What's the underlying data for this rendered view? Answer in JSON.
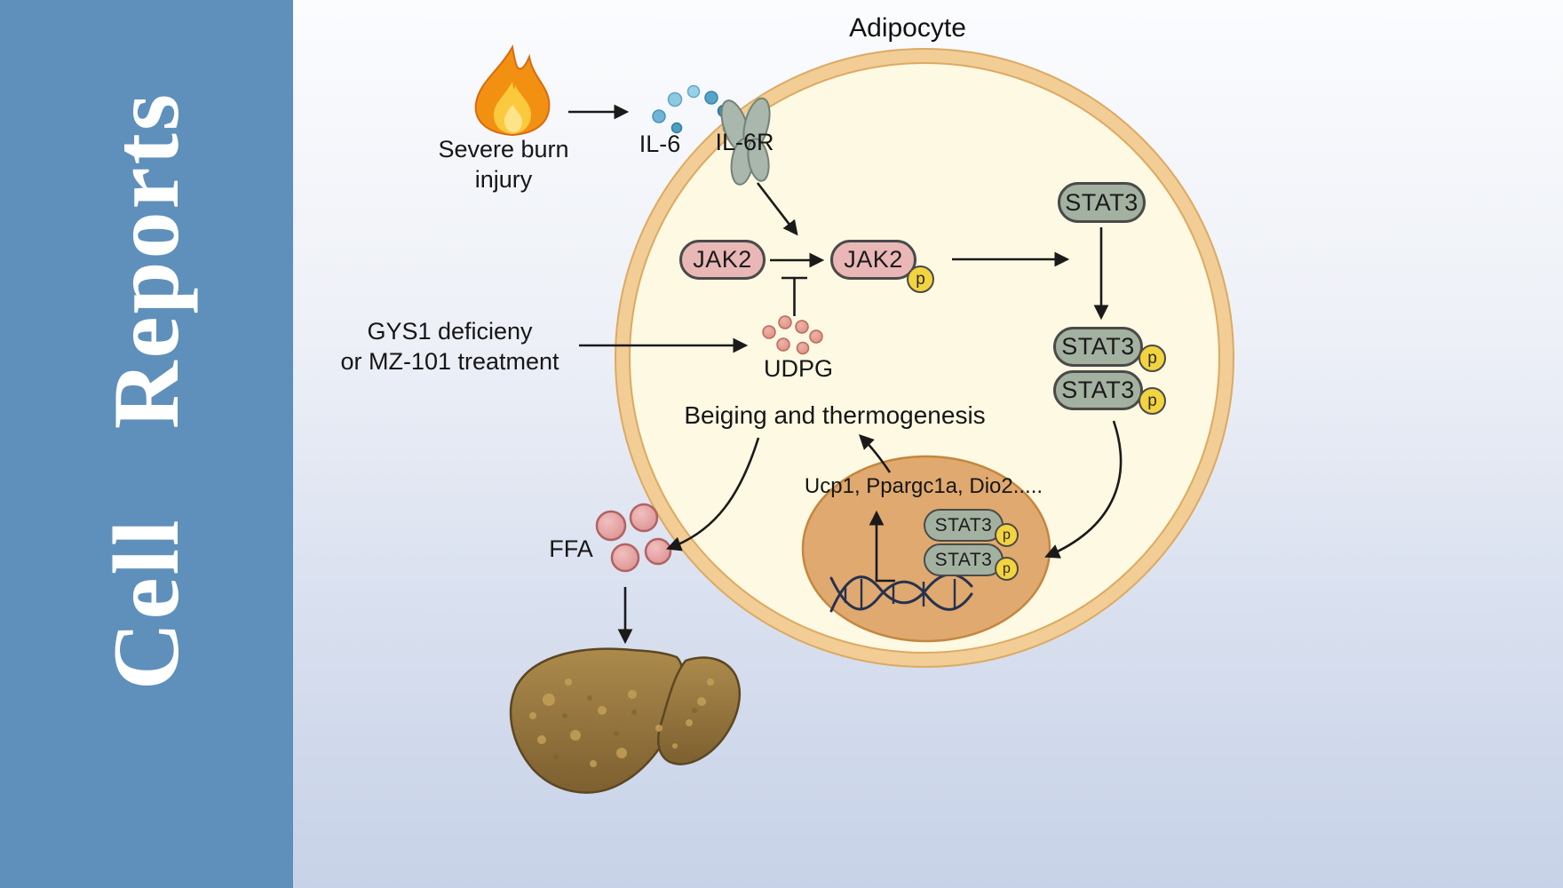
{
  "journal": {
    "title": "Cell Reports"
  },
  "figure": {
    "title": "Adipocyte",
    "burn_line1": "Severe burn",
    "burn_line2": "injury",
    "il6": "IL-6",
    "il6r": "IL-6R",
    "jak2": "JAK2",
    "stat3": "STAT3",
    "phospho": "p",
    "gys1_line1": "GYS1 deficieny",
    "gys1_line2": "or MZ-101 treatment",
    "udpg": "UDPG",
    "beiging": "Beiging and thermogenesis",
    "genes": "Ucp1, Ppargc1a, Dio2.....",
    "ffa": "FFA"
  },
  "icons": {
    "burn": "flame-icon",
    "ligand": "il6-ligand-dots-icon",
    "receptor": "il6-receptor-icon",
    "udpg": "udpg-dots-icon",
    "ffa": "ffa-dots-icon",
    "dna": "dna-helix-icon",
    "liver": "liver-icon"
  },
  "colors": {
    "sidebar-blue": "#5E90BB",
    "panel-top": "#FBFCFE",
    "panel-bottom": "#C7D2E8",
    "cell-fill": "#FDF9E2",
    "membrane": "#F2CD96",
    "membrane-edge": "#DCAA62",
    "nucleus": "#E0A970",
    "jak2-pink": "#EAB7B7",
    "stat3-green": "#A3B1A0",
    "phospho-yellow": "#F3D33E",
    "il6-blue": "#6FB8D9",
    "udpg-salmon": "#E09A8E",
    "ffa-pink": "#E39C9C",
    "liver-brown": "#9A7A42",
    "arrow-dark": "#1A1A1A"
  }
}
